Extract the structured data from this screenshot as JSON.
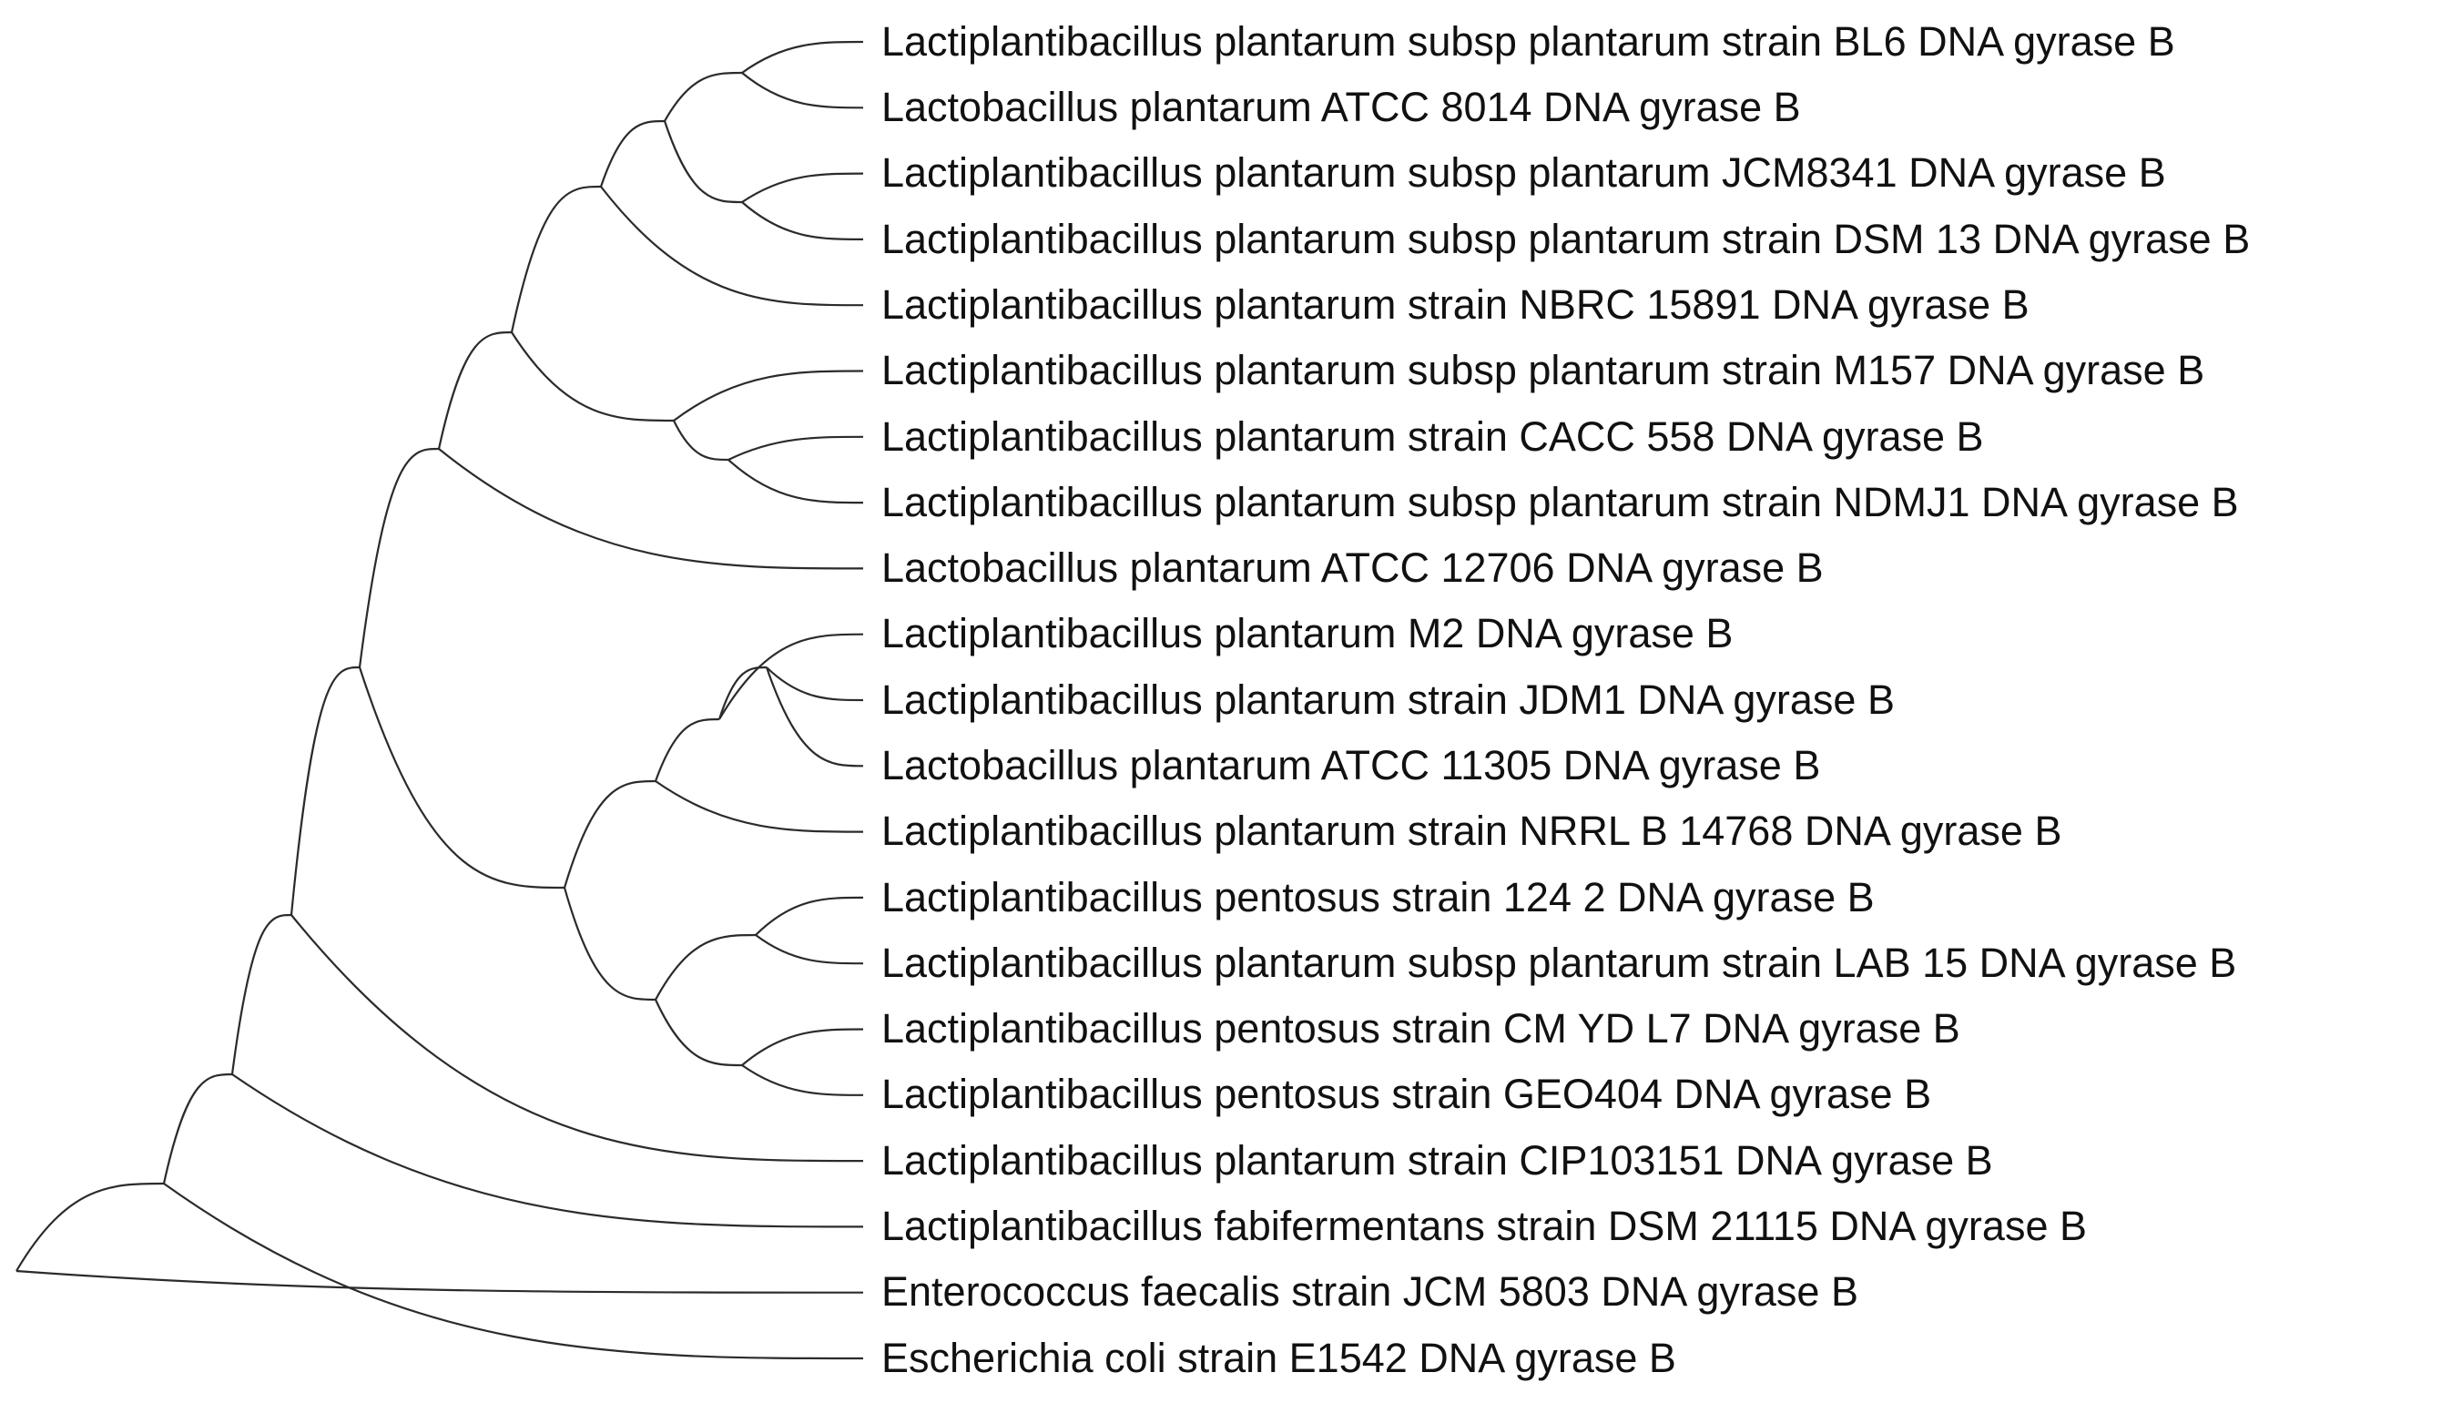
{
  "tree": {
    "line_color": "#2b2b2b",
    "text_color": "#111111",
    "leaves": [
      "Lactiplantibacillus plantarum subsp plantarum strain BL6 DNA gyrase B",
      "Lactobacillus plantarum ATCC 8014 DNA gyrase B",
      "Lactiplantibacillus plantarum subsp plantarum JCM8341 DNA gyrase B",
      "Lactiplantibacillus plantarum subsp plantarum strain DSM 13 DNA gyrase B",
      "Lactiplantibacillus plantarum strain NBRC 15891 DNA gyrase B",
      "Lactiplantibacillus plantarum subsp plantarum strain M157 DNA gyrase B",
      "Lactiplantibacillus plantarum strain CACC 558 DNA gyrase B",
      "Lactiplantibacillus plantarum subsp plantarum strain NDMJ1 DNA gyrase B",
      "Lactobacillus plantarum ATCC 12706 DNA gyrase B",
      "Lactiplantibacillus plantarum M2 DNA gyrase B",
      "Lactiplantibacillus plantarum strain JDM1 DNA gyrase B",
      "Lactobacillus plantarum ATCC 11305 DNA gyrase B",
      "Lactiplantibacillus plantarum strain NRRL B 14768 DNA gyrase B",
      "Lactiplantibacillus pentosus strain 124 2 DNA gyrase B",
      "Lactiplantibacillus plantarum subsp plantarum strain LAB 15 DNA gyrase B",
      "Lactiplantibacillus pentosus strain CM YD L7 DNA gyrase B",
      "Lactiplantibacillus pentosus strain GEO404 DNA gyrase B",
      "Lactiplantibacillus plantarum strain CIP103151 DNA gyrase B",
      "Lactiplantibacillus fabifermentans strain DSM 21115 DNA gyrase B",
      "Enterococcus faecalis strain JCM 5803 DNA gyrase B",
      "Escherichia coli strain E1542 DNA gyrase B"
    ]
  }
}
